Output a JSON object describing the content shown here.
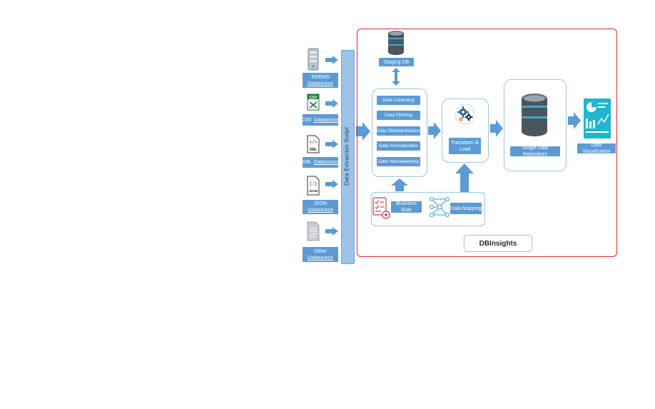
{
  "sources": [
    {
      "line1": "RDBMS",
      "line2": "Datasource"
    },
    {
      "line1": "CSV",
      "line2": "Datasource"
    },
    {
      "line1": "XML",
      "line2": "Datasource"
    },
    {
      "line1": "JSON",
      "line2": "Datasource"
    },
    {
      "line1": "Other",
      "line2": "Datasource"
    }
  ],
  "file_icons": {
    "csv": "CSV",
    "xml": "XML",
    "json": "JSON",
    "xml_glyph": "</>",
    "json_glyph": "{:}"
  },
  "extraction_script": "Data Extraction Script",
  "staging_db": "Staging DB",
  "processing_steps": [
    "Data Cleansing",
    "Data Filtering",
    "Data Standardization",
    "Data Normalization",
    "Data Housekeeping"
  ],
  "transform_load": {
    "line1": "Transform &",
    "line2": "Load"
  },
  "business_rule": "Business Rule",
  "data_mapping": "Data Mapping",
  "single_repository": "Single Data Repository",
  "data_visualization": "Data Visualization",
  "brand": "DBInsights",
  "colors": {
    "label_blue": "#5b9bd5",
    "frame_red": "#d9282f",
    "bar_blue": "#9dc3e6"
  }
}
